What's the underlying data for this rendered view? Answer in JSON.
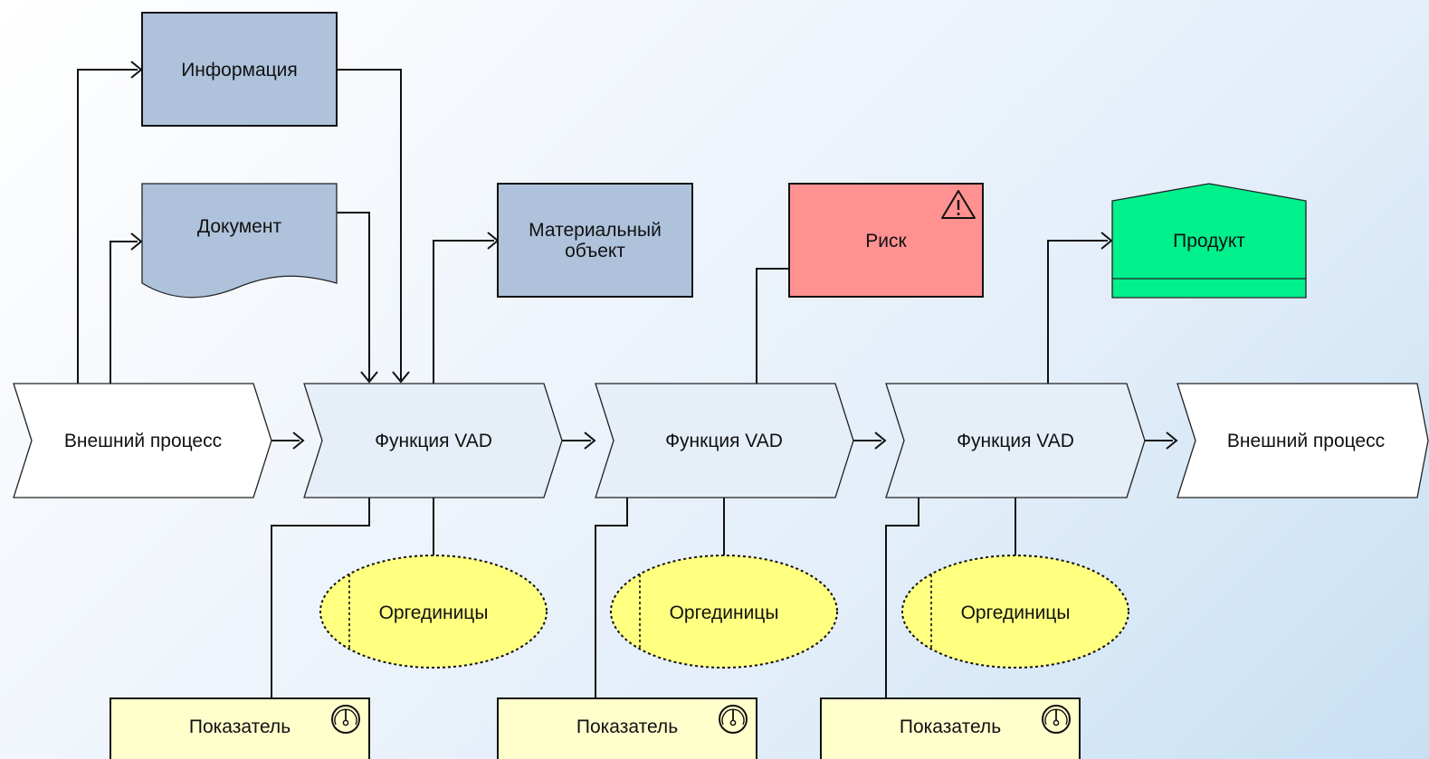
{
  "nodes": {
    "info": "Информация",
    "document": "Документ",
    "material": [
      "Материальный",
      "объект"
    ],
    "risk": "Риск",
    "product": "Продукт",
    "external_left": "Внешний процесс",
    "external_right": "Внешний процесс",
    "functions": [
      "Функция VAD",
      "Функция VAD",
      "Функция VAD"
    ],
    "org_units": [
      "Оргединицы",
      "Оргединицы",
      "Оргединицы"
    ],
    "indicators": [
      "Показатель",
      "Показатель",
      "Показатель"
    ]
  },
  "colors": {
    "info_fill": "#aec2db",
    "document_fill": "#aec2db",
    "material_fill": "#aec2db",
    "risk_fill": "#ff9191",
    "product_fill": "#00f08c",
    "function_fill": "#e6eef8",
    "external_fill": "#ffffff",
    "org_fill": "#ffff80",
    "indicator_fill": "#ffffcc"
  },
  "icons": {
    "risk": "warning-triangle-icon",
    "indicator": "gauge-icon"
  }
}
